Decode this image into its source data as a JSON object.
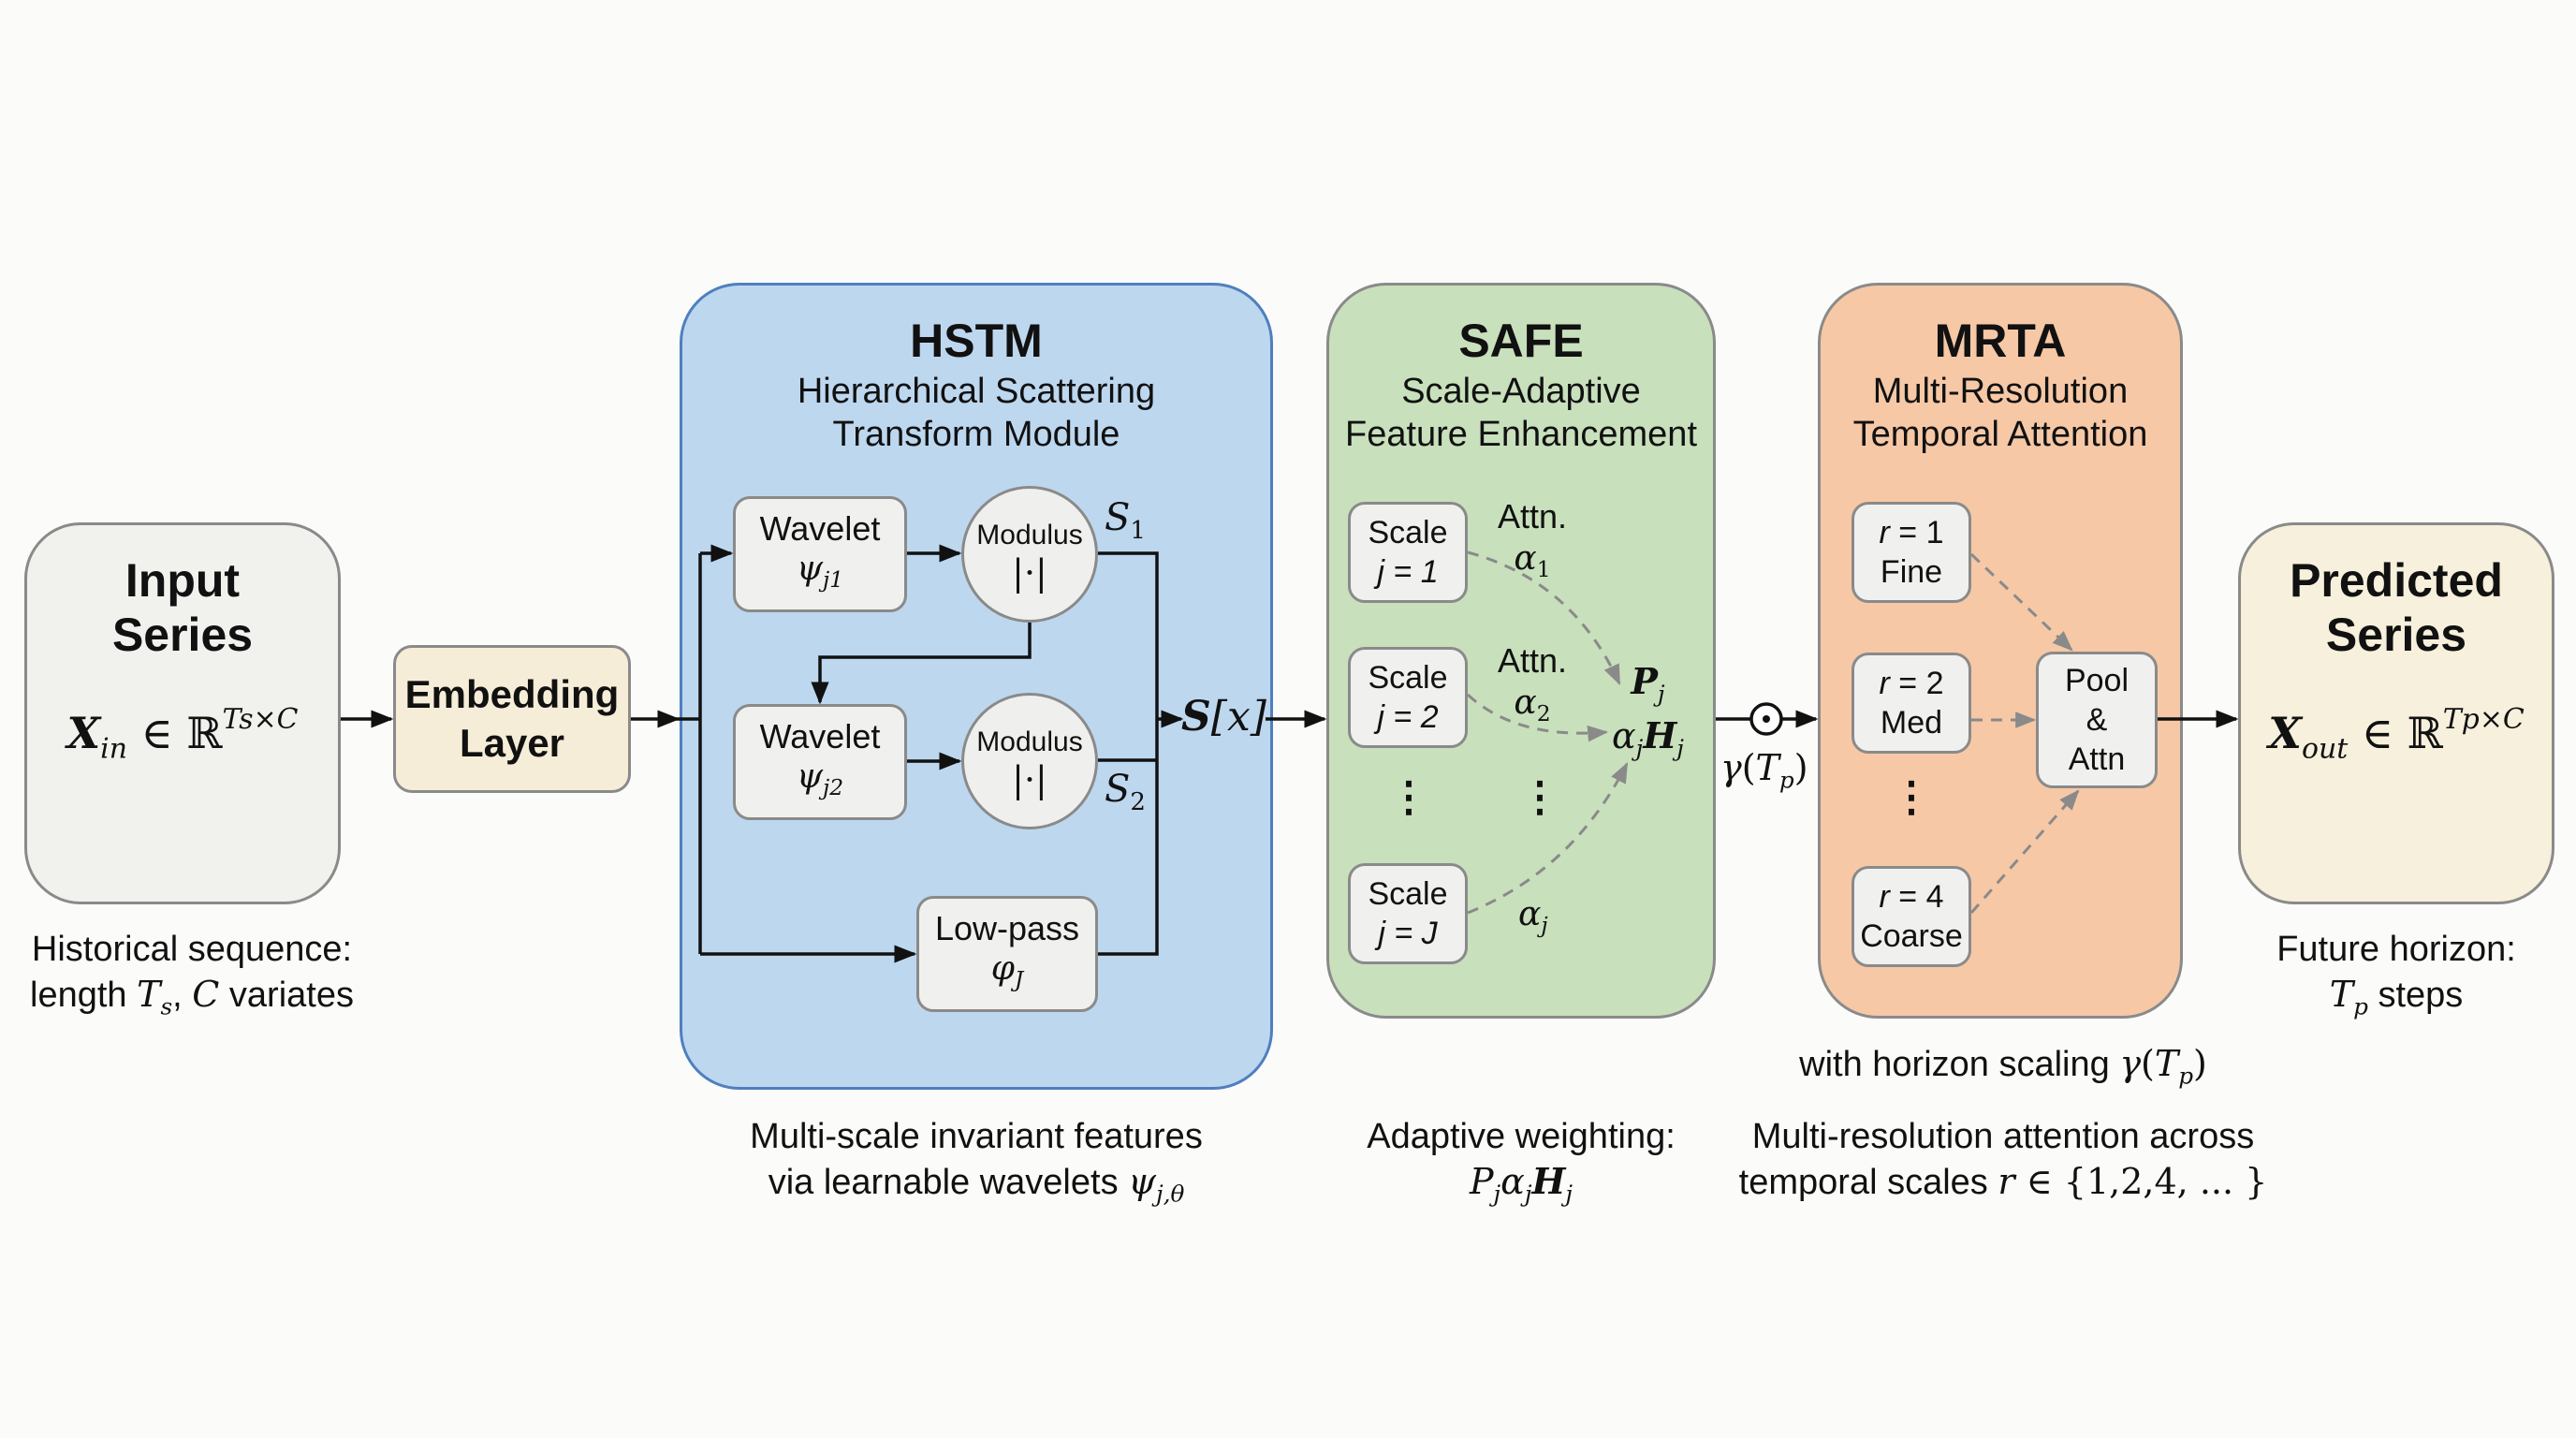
{
  "input": {
    "title_line1": "Input",
    "title_line2": "Series",
    "eq_var": "X",
    "eq_sub": "in",
    "eq_in": " ∈ ℝ",
    "eq_sup": "Ts×C",
    "caption_line1": "Historical sequence:",
    "caption_l2_a": "length ",
    "caption_l2_T": "T",
    "caption_l2_sub": "s",
    "caption_l2_b": ", ",
    "caption_l2_C": "C",
    "caption_l2_c": " variates"
  },
  "embedding": {
    "line1": "Embedding",
    "line2": "Layer"
  },
  "hstm": {
    "title": "HSTM",
    "subtitle_line1": "Hierarchical Scattering",
    "subtitle_line2": "Transform Module",
    "wavelet1": {
      "label": "Wavelet",
      "sym": "ψ",
      "sub": "j1"
    },
    "wavelet2": {
      "label": "Wavelet",
      "sym": "ψ",
      "sub": "j2"
    },
    "modulus1": {
      "label": "Modulus",
      "sym": "|·|"
    },
    "modulus2": {
      "label": "Modulus",
      "sym": "|·|"
    },
    "lowpass": {
      "label": "Low-pass",
      "sym": "φ",
      "sub": "J"
    },
    "s1": {
      "sym": "S",
      "sub": "1"
    },
    "s2": {
      "sym": "S",
      "sub": "2"
    },
    "output": {
      "sym": "S",
      "arg": "[x]"
    },
    "caption_line1": "Multi-scale invariant features",
    "caption_l2_text": "via learnable wavelets ",
    "caption_l2_sym": "ψ",
    "caption_l2_sub": "j,θ"
  },
  "safe": {
    "title": "SAFE",
    "subtitle_line1": "Scale-Adaptive",
    "subtitle_line2": "Feature Enhancement",
    "scales": [
      {
        "label": "Scale",
        "eq": "j = 1"
      },
      {
        "label": "Scale",
        "eq": "j = 2"
      },
      {
        "label": "Scale",
        "eq": "j = J"
      }
    ],
    "attn": [
      {
        "label": "Attn.",
        "sym": "α",
        "sub": "1"
      },
      {
        "label": "Attn.",
        "sym": "α",
        "sub": "2"
      },
      {
        "label": "",
        "sym": "α",
        "sub": "j"
      }
    ],
    "ellipsis": "⋮",
    "combine_line1_sym": "P",
    "combine_line1_sub": "j",
    "combine_line2_a": "α",
    "combine_line2_asub": "j",
    "combine_line2_H": "H",
    "combine_line2_Hsub": "j",
    "caption_line1": "Adaptive weighting:",
    "caption_l2": {
      "P": "P",
      "Psub": "j",
      "a": "α",
      "asub": "j",
      "H": "H",
      "Hsub": "j"
    }
  },
  "gate": {
    "op_symbol": "⊙",
    "label_gamma": "γ",
    "label_T": "T",
    "label_sub": "p"
  },
  "mrta": {
    "title": "MRTA",
    "subtitle_line1": "Multi-Resolution",
    "subtitle_line2": "Temporal Attention",
    "resolutions": [
      {
        "eq_r": "r",
        "eq_rest": " = 1",
        "name": "Fine"
      },
      {
        "eq_r": "r",
        "eq_rest": " = 2",
        "name": "Med"
      },
      {
        "eq_r": "r",
        "eq_rest": " = 4",
        "name": "Coarse"
      }
    ],
    "ellipsis": "⋮",
    "pool": {
      "line1": "Pool",
      "line2": "&",
      "line3": "Attn"
    },
    "note_text": "with horizon scaling ",
    "note_gamma": "γ",
    "note_T": "T",
    "note_sub": "p",
    "caption_line1": "Multi-resolution attention across",
    "caption_l2_text": "temporal scales ",
    "caption_l2_r": "r",
    "caption_l2_set": " ∈ {1,2,4, ... }"
  },
  "output": {
    "title_line1": "Predicted",
    "title_line2": "Series",
    "eq_var": "X",
    "eq_sub": "out",
    "eq_in": " ∈ ℝ",
    "eq_sup": "Tp×C",
    "caption_line1": "Future horizon:",
    "caption_l2_T": "T",
    "caption_l2_sub": "p",
    "caption_l2_text": " steps"
  },
  "colors": {
    "input_bg": "#f1f1ee",
    "embedding_bg": "#f6edd8",
    "hstm_bg": "#bdd7ef",
    "hstm_border": "#4f7fbf",
    "safe_bg": "#c8e0bc",
    "mrta_bg": "#f6c8a6",
    "output_bg": "#f6f0dc",
    "node_bg": "#f0f0ef",
    "dashed_arrow": "#8a8a8a"
  }
}
